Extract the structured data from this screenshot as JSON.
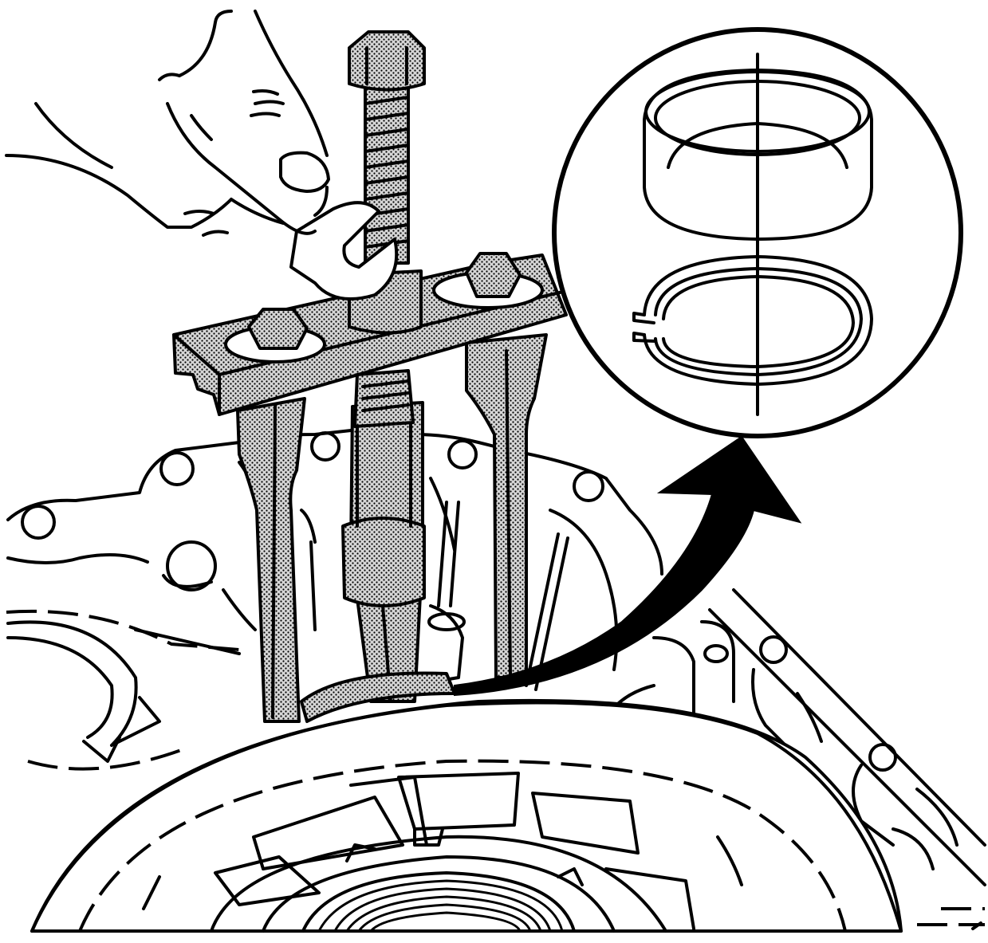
{
  "figure": {
    "labels": [],
    "parts": [
      "hand-with-wrench",
      "puller-forcing-screw",
      "puller-crossbar",
      "puller-legs",
      "transmission-case",
      "bushing",
      "snap-ring",
      "detail-callout",
      "callout-arrow"
    ]
  },
  "colors": {
    "line": "#000000",
    "background": "#ffffff"
  }
}
